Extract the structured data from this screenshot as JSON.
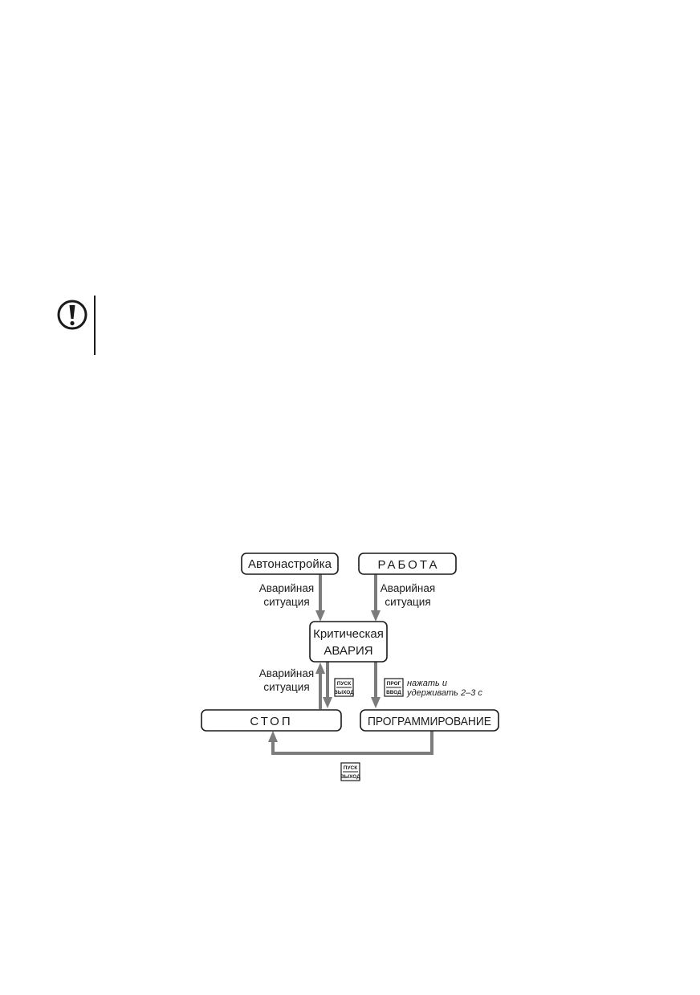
{
  "diagram": {
    "nodes": {
      "autotune": "Автонастройка",
      "work": "РАБОТА",
      "crit_line1": "Критическая",
      "crit_line2": "АВАРИЯ",
      "stop": "СТОП",
      "prog": "ПРОГРАММИРОВАНИЕ"
    },
    "labels": {
      "alarm_line1": "Аварийная",
      "alarm_line2": "ситуация",
      "hold_line1": "нажать и",
      "hold_line2": "удерживать 2–3 с"
    },
    "keys": {
      "start_exit_top": "ПУСК",
      "start_exit_bottom": "ВЫХОД",
      "prog_enter_top": "ПРОГ",
      "prog_enter_bottom": "ВВОД"
    },
    "icons": {
      "warning": "exclamation-circle-icon"
    },
    "colors": {
      "arrow": "#7c7c7c",
      "stroke": "#1a1a1a"
    }
  }
}
